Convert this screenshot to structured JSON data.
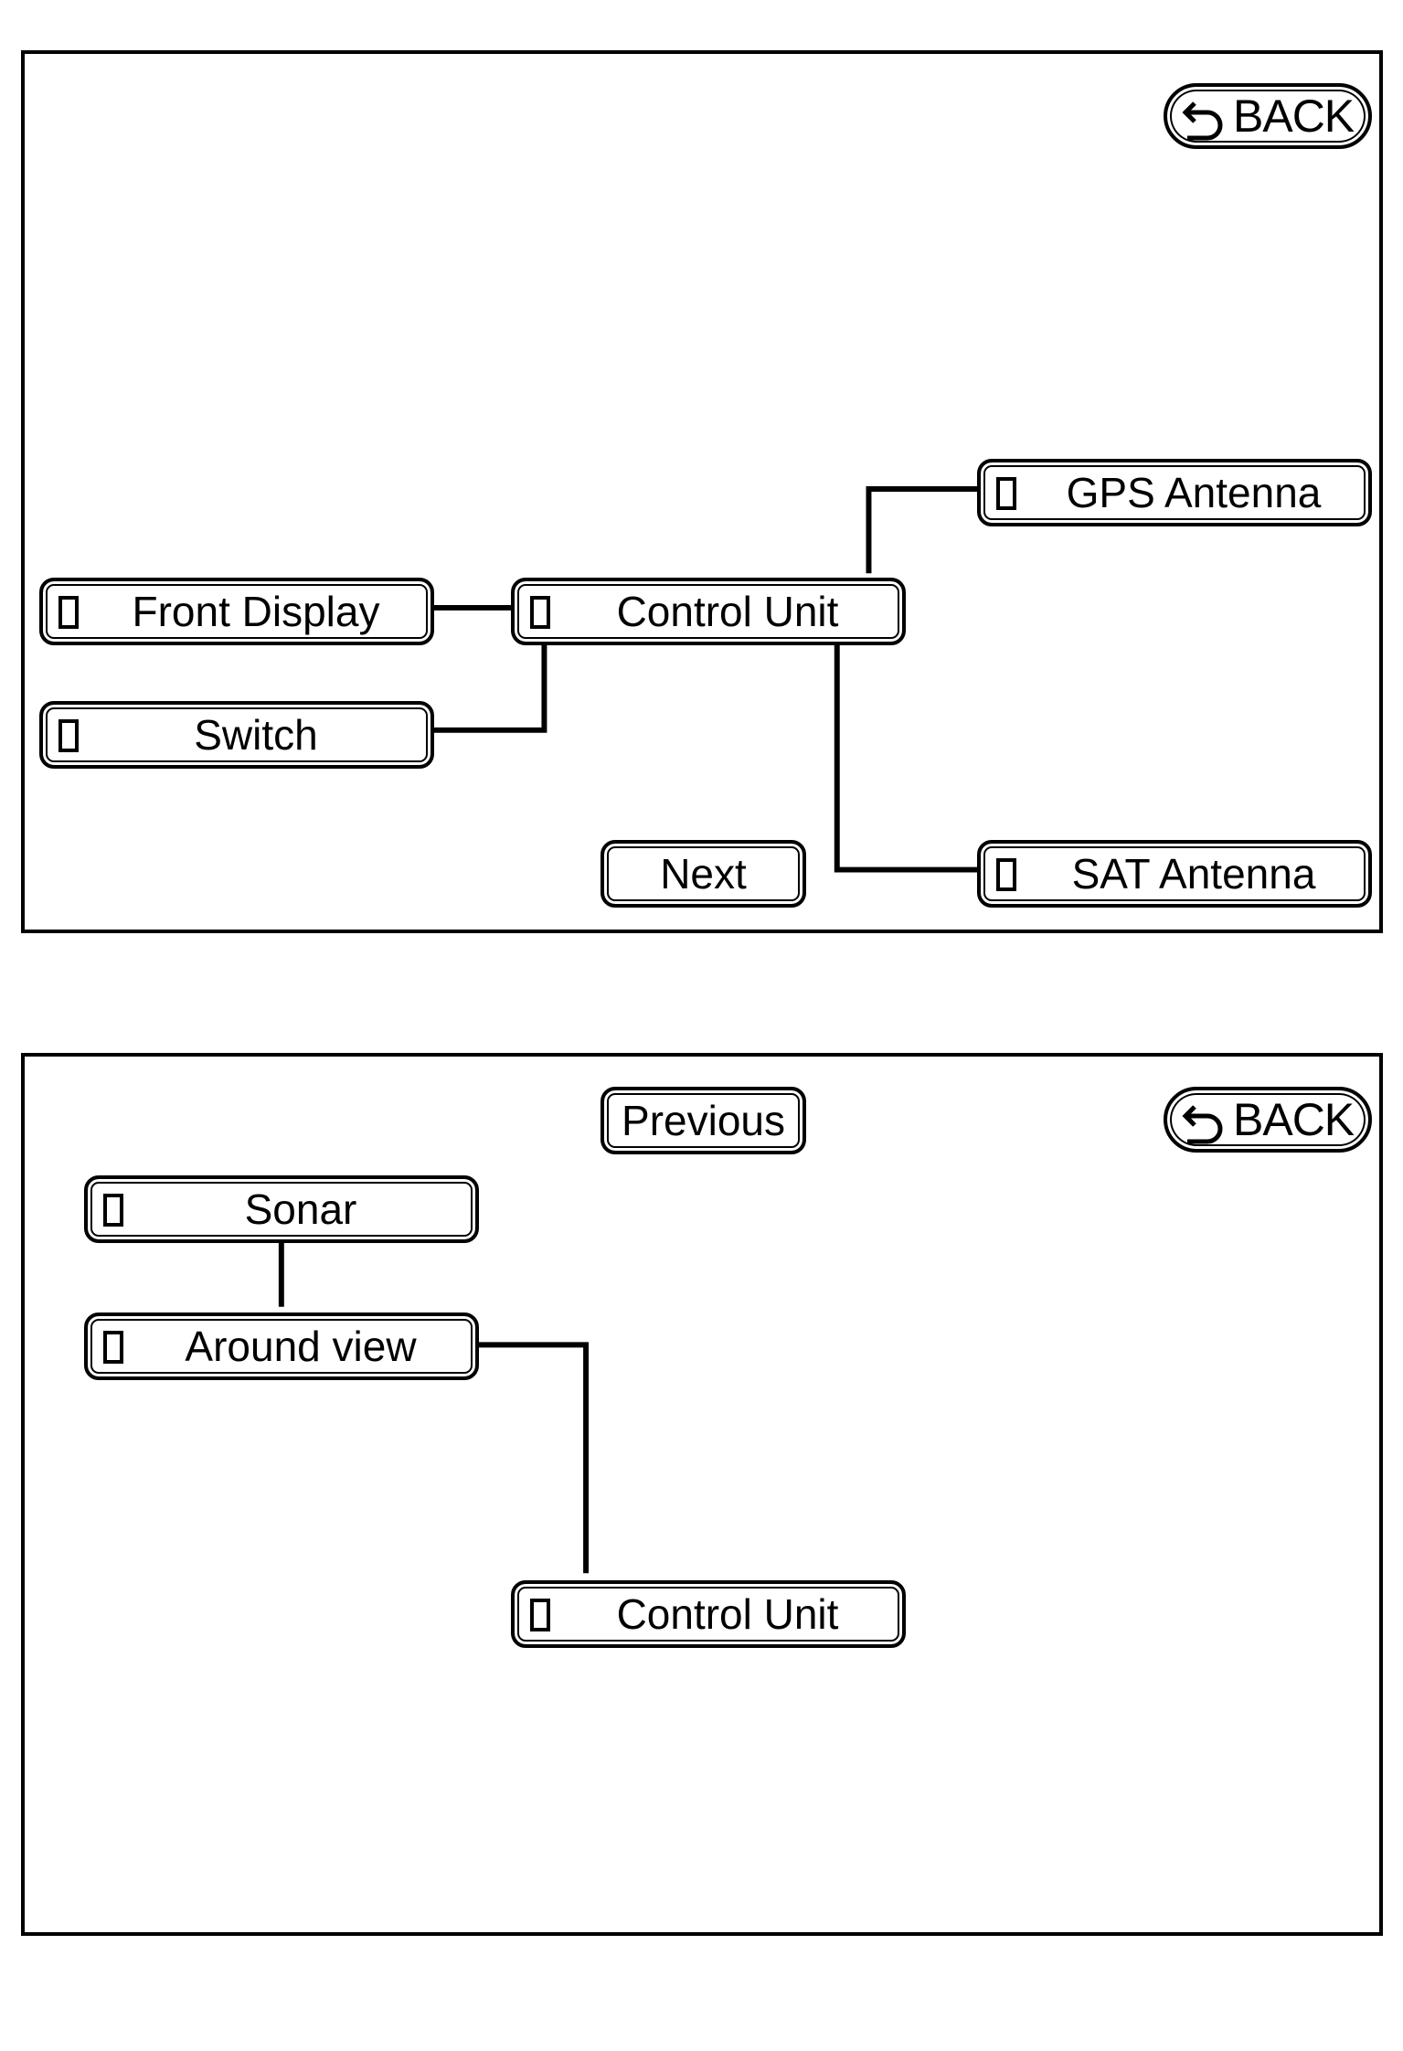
{
  "screen1": {
    "back_label": "BACK",
    "back_icon": "return-arrow-icon",
    "next_label": "Next",
    "nodes": {
      "gps_antenna": "GPS Antenna",
      "front_display": "Front Display",
      "control_unit": "Control Unit",
      "switch": "Switch",
      "sat_antenna": "SAT Antenna"
    }
  },
  "screen2": {
    "back_label": "BACK",
    "back_icon": "return-arrow-icon",
    "previous_label": "Previous",
    "nodes": {
      "sonar": "Sonar",
      "around_view": "Around view",
      "control_unit": "Control Unit"
    }
  }
}
